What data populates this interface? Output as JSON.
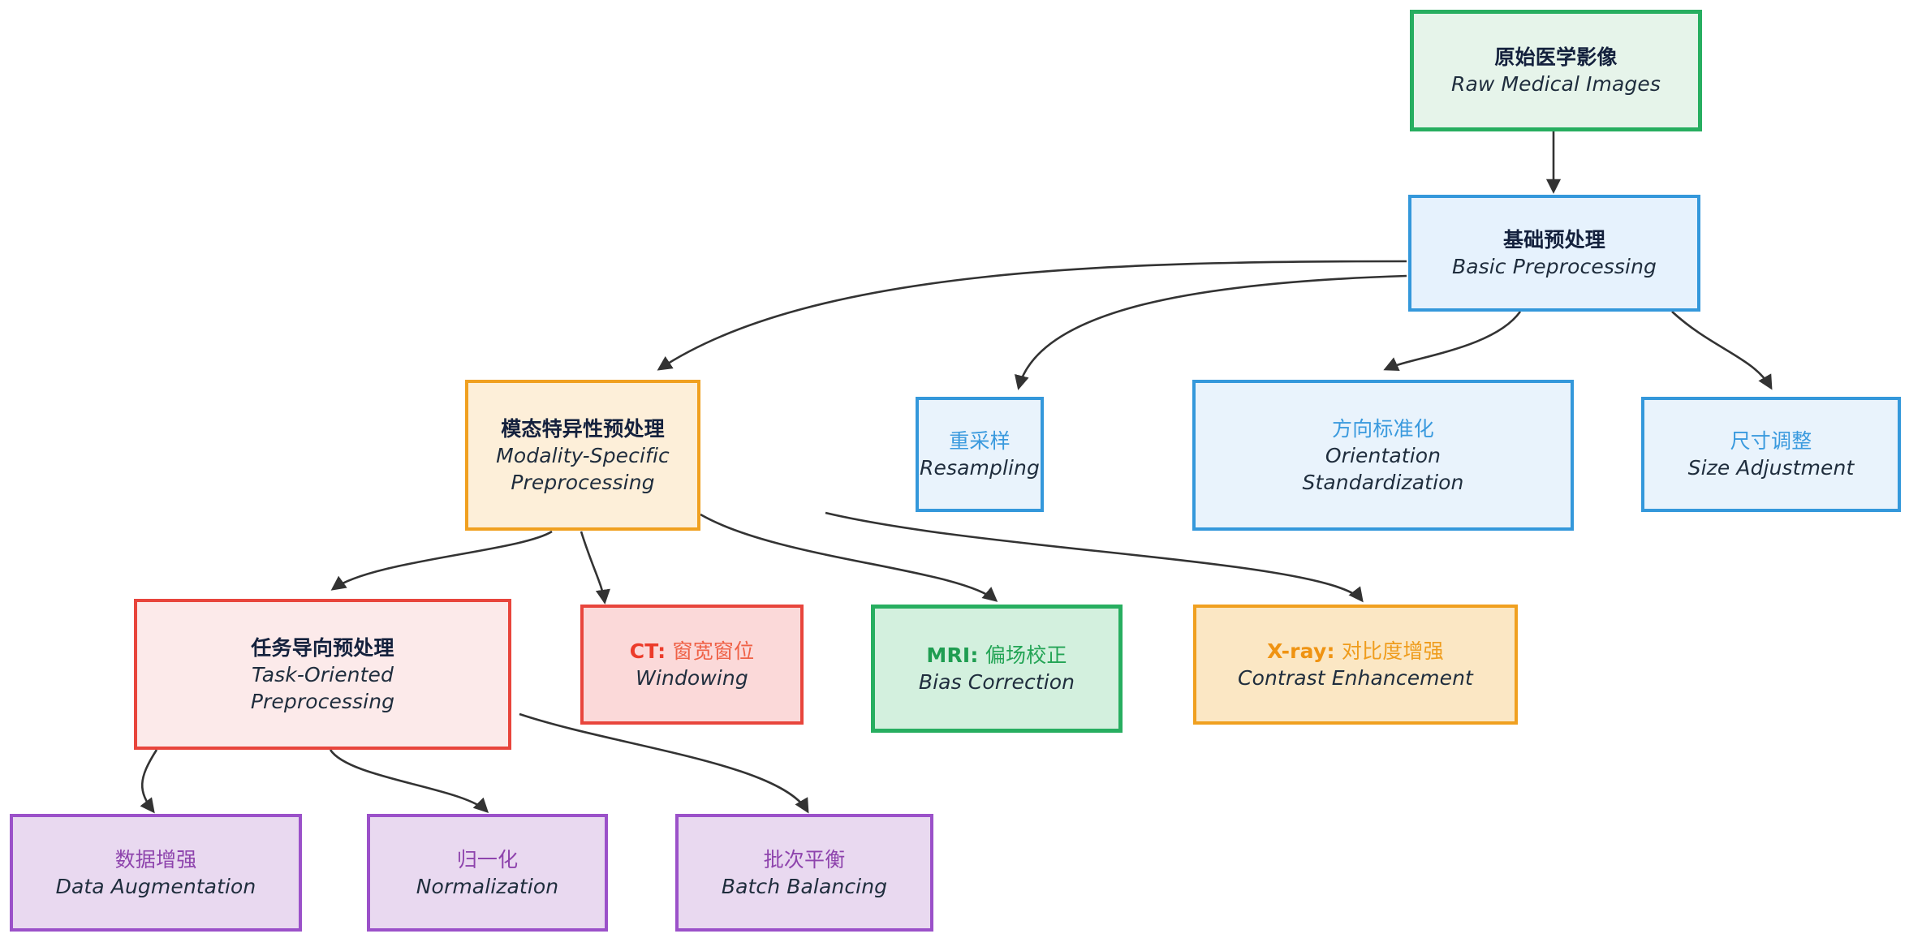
{
  "diagram": {
    "type": "flowchart",
    "title": "Medical Image Preprocessing Pipeline",
    "direction": "top-down",
    "palette": {
      "green_border": "#27ae60",
      "green_fill": "#e6f4ea",
      "blue_border": "#3498db",
      "blue_fill": "#e6f2fd",
      "orange_border": "#f0a020",
      "orange_fill": "#fdefd9",
      "red_border": "#e8453c",
      "red_fill": "#fceaea",
      "purple_border": "#9b51c9",
      "purple_fill": "#e9d9f0",
      "edge_color": "#333333",
      "dark_text": "#14213d"
    },
    "nodes": [
      {
        "id": "raw",
        "cn": "原始医学影像",
        "en": [
          "Raw Medical Images"
        ],
        "theme": "green"
      },
      {
        "id": "basic",
        "cn": "基础预处理",
        "en": [
          "Basic Preprocessing"
        ],
        "theme": "blue"
      },
      {
        "id": "modality",
        "cn": "模态特异性预处理",
        "en": [
          "Modality-Specific",
          "Preprocessing"
        ],
        "theme": "orange"
      },
      {
        "id": "resampling",
        "cn": "重采样",
        "en": [
          "Resampling"
        ],
        "theme": "blue-soft"
      },
      {
        "id": "orientation",
        "cn": "方向标准化",
        "en": [
          "Orientation",
          "Standardization"
        ],
        "theme": "blue-soft"
      },
      {
        "id": "size",
        "cn": "尺寸调整",
        "en": [
          "Size Adjustment"
        ],
        "theme": "blue-soft"
      },
      {
        "id": "task",
        "cn": "任务导向预处理",
        "en": [
          "Task-Oriented",
          "Preprocessing"
        ],
        "theme": "red"
      },
      {
        "id": "ct",
        "cn_tag": "CT:",
        "cn": " 窗宽窗位",
        "en": [
          "Windowing"
        ],
        "theme": "red-soft"
      },
      {
        "id": "mri",
        "cn_tag": "MRI:",
        "cn": " 偏场校正",
        "en": [
          "Bias Correction"
        ],
        "theme": "green-soft"
      },
      {
        "id": "xray",
        "cn_tag": "X-ray:",
        "cn": " 对比度增强",
        "en": [
          "Contrast Enhancement"
        ],
        "theme": "orange-soft"
      },
      {
        "id": "augmentation",
        "cn": "数据增强",
        "en": [
          "Data Augmentation"
        ],
        "theme": "purple"
      },
      {
        "id": "normalization",
        "cn": "归一化",
        "en": [
          "Normalization"
        ],
        "theme": "purple"
      },
      {
        "id": "batch",
        "cn": "批次平衡",
        "en": [
          "Batch Balancing"
        ],
        "theme": "purple"
      }
    ],
    "edges": [
      {
        "from": "raw",
        "to": "basic"
      },
      {
        "from": "basic",
        "to": "modality"
      },
      {
        "from": "basic",
        "to": "resampling"
      },
      {
        "from": "basic",
        "to": "orientation"
      },
      {
        "from": "basic",
        "to": "size"
      },
      {
        "from": "modality",
        "to": "task"
      },
      {
        "from": "modality",
        "to": "ct"
      },
      {
        "from": "modality",
        "to": "mri"
      },
      {
        "from": "resampling",
        "to": "xray"
      },
      {
        "from": "task",
        "to": "augmentation"
      },
      {
        "from": "task",
        "to": "normalization"
      },
      {
        "from": "task",
        "to": "batch"
      }
    ]
  }
}
